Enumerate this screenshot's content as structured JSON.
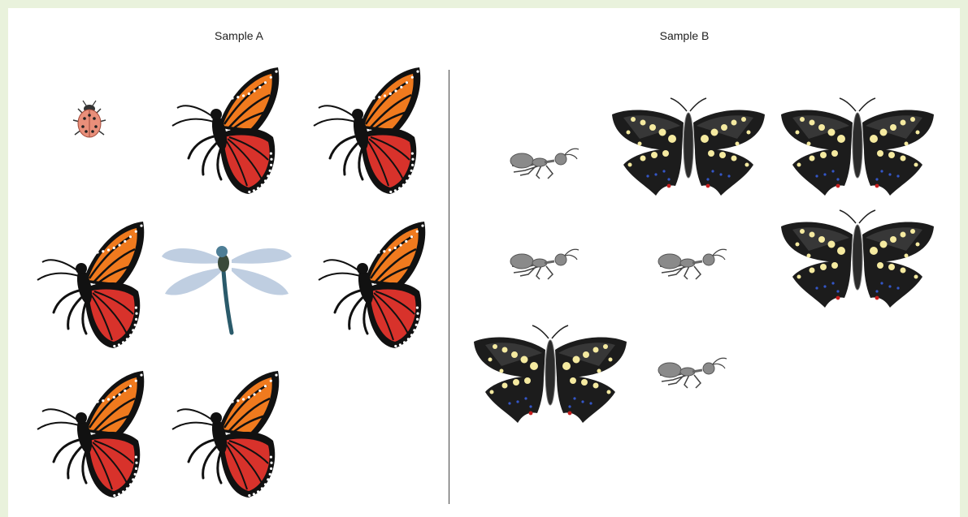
{
  "sample_a": {
    "title": "Sample A",
    "specimens": [
      {
        "kind": "ladybug"
      },
      {
        "kind": "monarch-butterfly"
      },
      {
        "kind": "monarch-butterfly"
      },
      {
        "kind": "monarch-butterfly"
      },
      {
        "kind": "dragonfly"
      },
      {
        "kind": "monarch-butterfly"
      },
      {
        "kind": "monarch-butterfly"
      },
      {
        "kind": "monarch-butterfly"
      }
    ]
  },
  "sample_b": {
    "title": "Sample B",
    "specimens": [
      {
        "kind": "ant"
      },
      {
        "kind": "swallowtail-butterfly"
      },
      {
        "kind": "swallowtail-butterfly"
      },
      {
        "kind": "ant"
      },
      {
        "kind": "ant"
      },
      {
        "kind": "swallowtail-butterfly"
      },
      {
        "kind": "swallowtail-butterfly"
      },
      {
        "kind": "ant"
      }
    ]
  },
  "colors": {
    "background": "#e9f2dc",
    "panel": "#ffffff",
    "divider": "#444444",
    "monarch_orange": "#f07a1e",
    "monarch_red": "#d8322b",
    "swallowtail_black": "#1c1c1c",
    "swallowtail_spot": "#f5eaa0",
    "ant_gray": "#8a8a8a",
    "dragonfly_wing": "#b8c9de",
    "ladybug_pink": "#e98f7a"
  }
}
